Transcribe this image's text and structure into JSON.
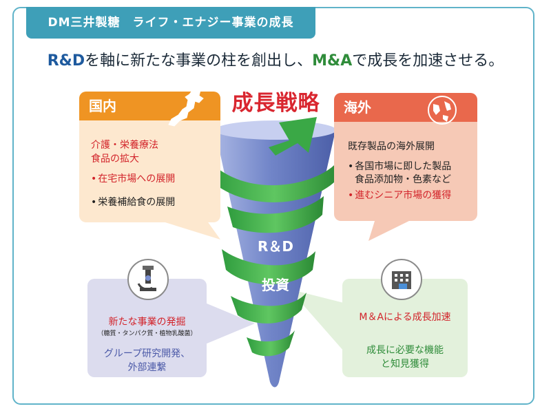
{
  "header": {
    "title": "DM三井製糖　ライフ・エナジー事業の成長"
  },
  "headline": {
    "part1": "R&D",
    "part2": "を軸に新たな事業の柱を創出し、",
    "part3": "M&A",
    "part4": "で成長を加速させる。"
  },
  "center": {
    "strategy": "成長戦略",
    "rd": "R＆D",
    "invest": "投資"
  },
  "domestic": {
    "title": "国内",
    "item1_line1": "介護・栄養療法",
    "item1_line2": "食品の拡大",
    "item2": "在宅市場への展開",
    "item3": "栄養補給食の展開"
  },
  "overseas": {
    "title": "海外",
    "line1": "既存製品の海外展開",
    "item1_line1": "各国市場に即した製品",
    "item1_line2": "食品添加物・色素など",
    "item2": "進むシニア市場の獲得"
  },
  "research": {
    "title": "新たな事業の発掘",
    "sub": "（糖質・タンパク質・植物乳酸菌）",
    "line1": "グループ研究開発、",
    "line2": "外部連繋"
  },
  "ma": {
    "title": "M＆Aによる成長加速",
    "line1": "成長に必要な機能",
    "line2": "と知見獲得"
  },
  "colors": {
    "domestic_head": "#ef9423",
    "domestic_bg": "#fde8cf",
    "overseas_head": "#e9684c",
    "overseas_bg": "#f6c9b6",
    "research_bg": "#dcdcee",
    "ma_bg": "#e3f1dc",
    "ribbon": "#4cb852",
    "cone": "#6f84c6",
    "accent_red": "#d2232a",
    "frame": "#5fb3c9"
  },
  "icons": [
    "japan-map-icon",
    "globe-icon",
    "microscope-icon",
    "building-icon"
  ]
}
